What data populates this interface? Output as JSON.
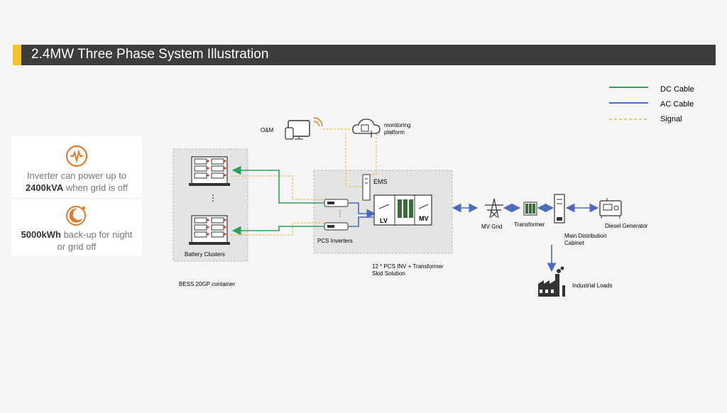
{
  "title": "2.4MW Three Phase System Illustration",
  "colors": {
    "accent": "#f2c230",
    "dc_cable": "#2e9e5b",
    "ac_cable": "#4a6bbf",
    "signal": "#f0b429",
    "title_bg": "#3d3d3d",
    "icon_orange": "#e07b2e"
  },
  "cards": [
    {
      "icon": "power-waveform-icon",
      "line1": "Inverter can power up to",
      "bold": "2400kVA",
      "rest": " when grid is off"
    },
    {
      "icon": "moon-night-icon",
      "bold": "5000kWh",
      "rest": " back-up for night",
      "line2": "or grid off"
    }
  ],
  "legend": {
    "dc": "DC Cable",
    "ac": "AC Cable",
    "signal": "Signal"
  },
  "labels": {
    "om": "O&M",
    "monitoring_1": "monitoring",
    "monitoring_2": "platform",
    "ems": "EMS",
    "battery_clusters": "Battery Clusters",
    "bess": "BESS 20GP container",
    "pcs_inverters": "PCS Inverters",
    "skid_1": "12 * PCS INV +  Transformer",
    "skid_2": "Skid Solution",
    "lv": "LV",
    "mv": "MV",
    "mv_grid": "MV Grid",
    "transformer": "Transformer",
    "mdc_1": "Main Distribution",
    "mdc_2": "Cabinet",
    "diesel": "Diesel Generator",
    "industrial": "Industrial Loads",
    "ellipsis": "⋮"
  }
}
